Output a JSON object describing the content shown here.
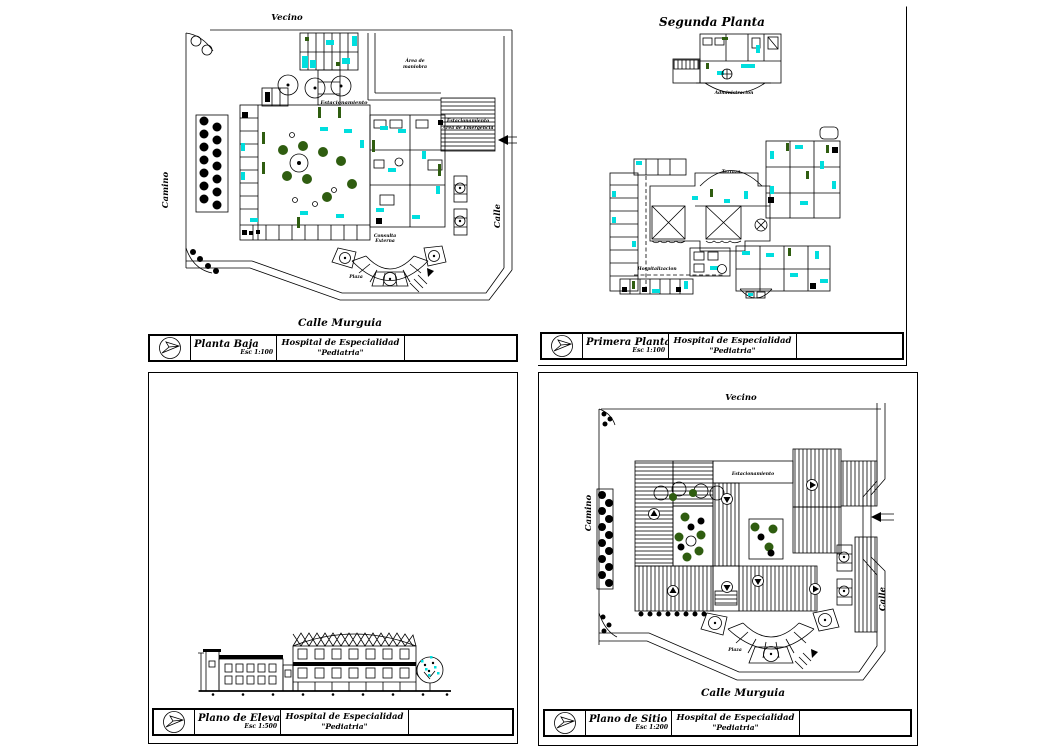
{
  "document": {
    "type": "CAD architectural drawing set",
    "project": "Hospital de Especialidad \"Pediatria\"",
    "background_color": "#ffffff",
    "line_color": "#000000",
    "accent_cyan": "#00dede",
    "accent_green": "#2f5d10"
  },
  "titleblock_project": {
    "line1": "Hospital de Especialidad",
    "line2": "\"Pediatria\""
  },
  "logo": {
    "name": "compass-arrow-logo"
  },
  "sheets": [
    {
      "name": "Planta Baja",
      "scale": "Esc 1:100",
      "labels": {
        "vecino": "Vecino",
        "camino": "Camino",
        "calle": "Calle",
        "calle_murguia": "Calle Murguia",
        "area_maniobra_1": "Área de",
        "area_maniobra_2": "maniobra",
        "estacionamiento": "Estacionamiento",
        "emergencia_1": "Estacionamiento",
        "emergencia_2": "Área de Emergencia",
        "consulta_1": "Consulta",
        "consulta_2": "Externa",
        "plaza": "Plaza"
      }
    },
    {
      "name": "Primera Planta",
      "scale": "Esc 1:100",
      "labels": {
        "page_title": "Segunda Planta",
        "administracion": "Administracion",
        "terraza": "Terraza",
        "hospitalizacion": "Hospitalizacion"
      }
    },
    {
      "name": "Plano de Elevaciones",
      "scale": "Esc 1:500",
      "labels": {}
    },
    {
      "name": "Plano de Sitio",
      "scale": "Esc 1:200",
      "labels": {
        "vecino": "Vecino",
        "camino": "Camino",
        "calle": "Calle",
        "calle_murguia": "Calle Murguia",
        "estacionamiento": "Estacionamiento",
        "plaza": "Plaza"
      }
    }
  ]
}
